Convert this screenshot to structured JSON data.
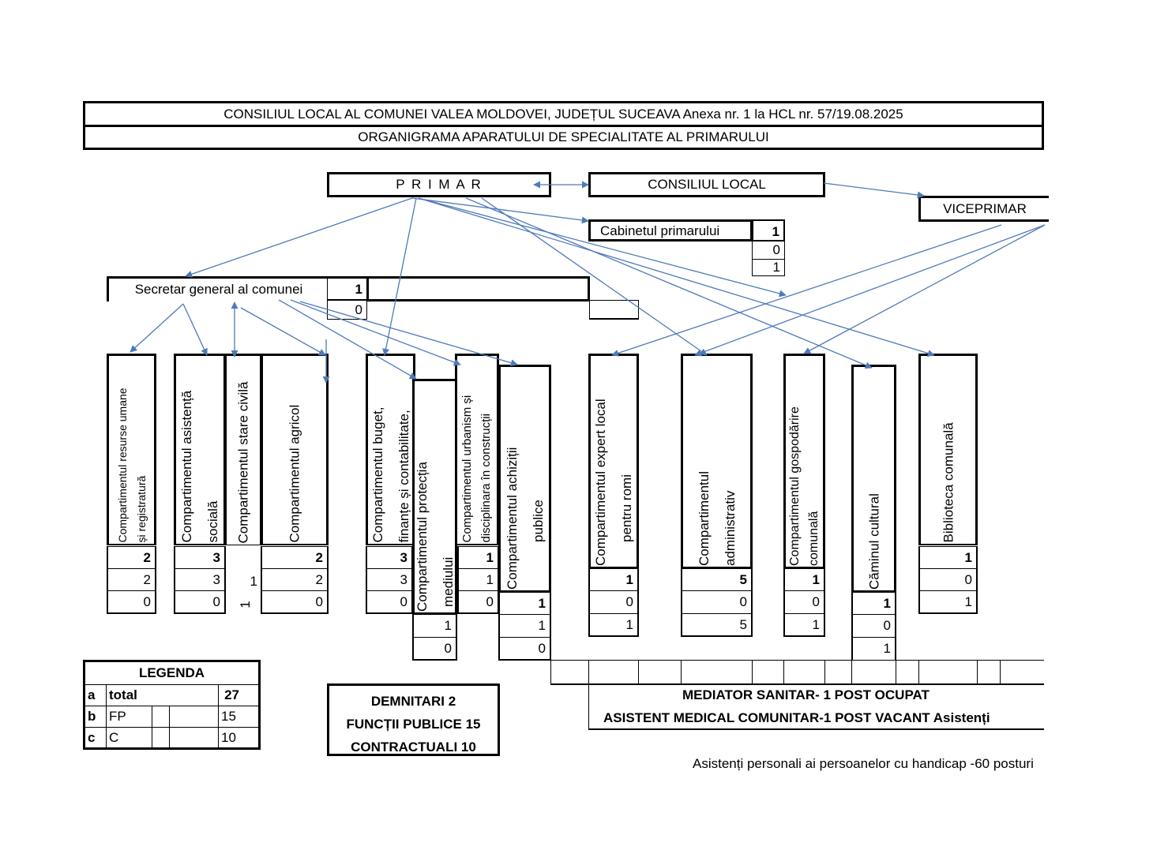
{
  "header": {
    "line1": "CONSILIUL LOCAL AL COMUNEI VALEA MOLDOVEI, JUDEȚUL SUCEAVA Anexa nr. 1 la HCL nr. 57/19.08.2025",
    "line2": "ORGANIGRAMA  APARATULUI DE SPECIALITATE AL PRIMARULUI"
  },
  "top": {
    "primar": "P R I M A R",
    "consiliu": "CONSILIUL LOCAL",
    "viceprimar": "VICEPRIMAR"
  },
  "cabinet": {
    "label": "Cabinetul primarului",
    "a": "1",
    "b": "0",
    "c": "1"
  },
  "secretar": {
    "label": "Secretar general al comunei",
    "a": "1",
    "b": "0"
  },
  "compartments": [
    {
      "lines": [
        "Compartimentul resurse umane",
        "și registratură"
      ],
      "a": "2",
      "b": "2",
      "c": "0"
    },
    {
      "lines": [
        "Compartimentul asistență",
        "socială"
      ],
      "a": "3",
      "b": "3",
      "c": "0"
    },
    {
      "lines": [
        "Compartimentul stare civilă"
      ],
      "a": "1",
      "b": "1",
      "c": ""
    },
    {
      "lines": [
        "Compartimentul agricol"
      ],
      "a": "2",
      "b": "2",
      "c": "0"
    },
    {
      "lines": [
        "Compartimentul buget,",
        "finanțe și  contabilitate,"
      ],
      "a": "3",
      "b": "3",
      "c": "0"
    },
    {
      "lines": [
        "Compartimentul protecția",
        "mediului"
      ],
      "a": "",
      "b": "1",
      "c": "0"
    },
    {
      "lines": [
        "Compartimentul urbanism și",
        "disciplinara în construcții"
      ],
      "a": "1",
      "b": "1",
      "c": "0"
    },
    {
      "lines": [
        "Compartimentul achiziții",
        "publice"
      ],
      "a": "1",
      "b": "1",
      "c": "0"
    },
    {
      "lines": [
        "Compartimentul expert local",
        "pentru romi"
      ],
      "a": "1",
      "b": "0",
      "c": "1"
    },
    {
      "lines": [
        "Compartimentul",
        "administrativ"
      ],
      "a": "5",
      "b": "0",
      "c": "5"
    },
    {
      "lines": [
        "Compartimentul gospodărire",
        "comunală"
      ],
      "a": "1",
      "b": "0",
      "c": "1"
    },
    {
      "lines": [
        "Căminul cultural"
      ],
      "a": "1",
      "b": "0",
      "c": "1"
    },
    {
      "lines": [
        "Biblioteca comunală"
      ],
      "a": "1",
      "b": "0",
      "c": "1"
    }
  ],
  "medical": {
    "line1": "MEDIATOR SANITAR- 1 POST OCUPAT",
    "line2": "ASISTENT MEDICAL COMUNITAR-1 POST VACANT   Asistenți"
  },
  "legend": {
    "title": "LEGENDA",
    "rows": [
      {
        "key": "a",
        "label": "total",
        "value": "27"
      },
      {
        "key": "b",
        "label": "FP",
        "value": "15"
      },
      {
        "key": "c",
        "label": "C",
        "value": "10"
      }
    ]
  },
  "summary": {
    "demnitari": "DEMNITARI   2",
    "functii": "FUNCȚII PUBLICE  15",
    "contractuali": "CONTRACTUALI  10"
  },
  "footer_note": "Asistenți personali ai persoanelor cu handicap -60 posturi",
  "colors": {
    "arrow": "#4f7ab8",
    "line": "#000000"
  }
}
